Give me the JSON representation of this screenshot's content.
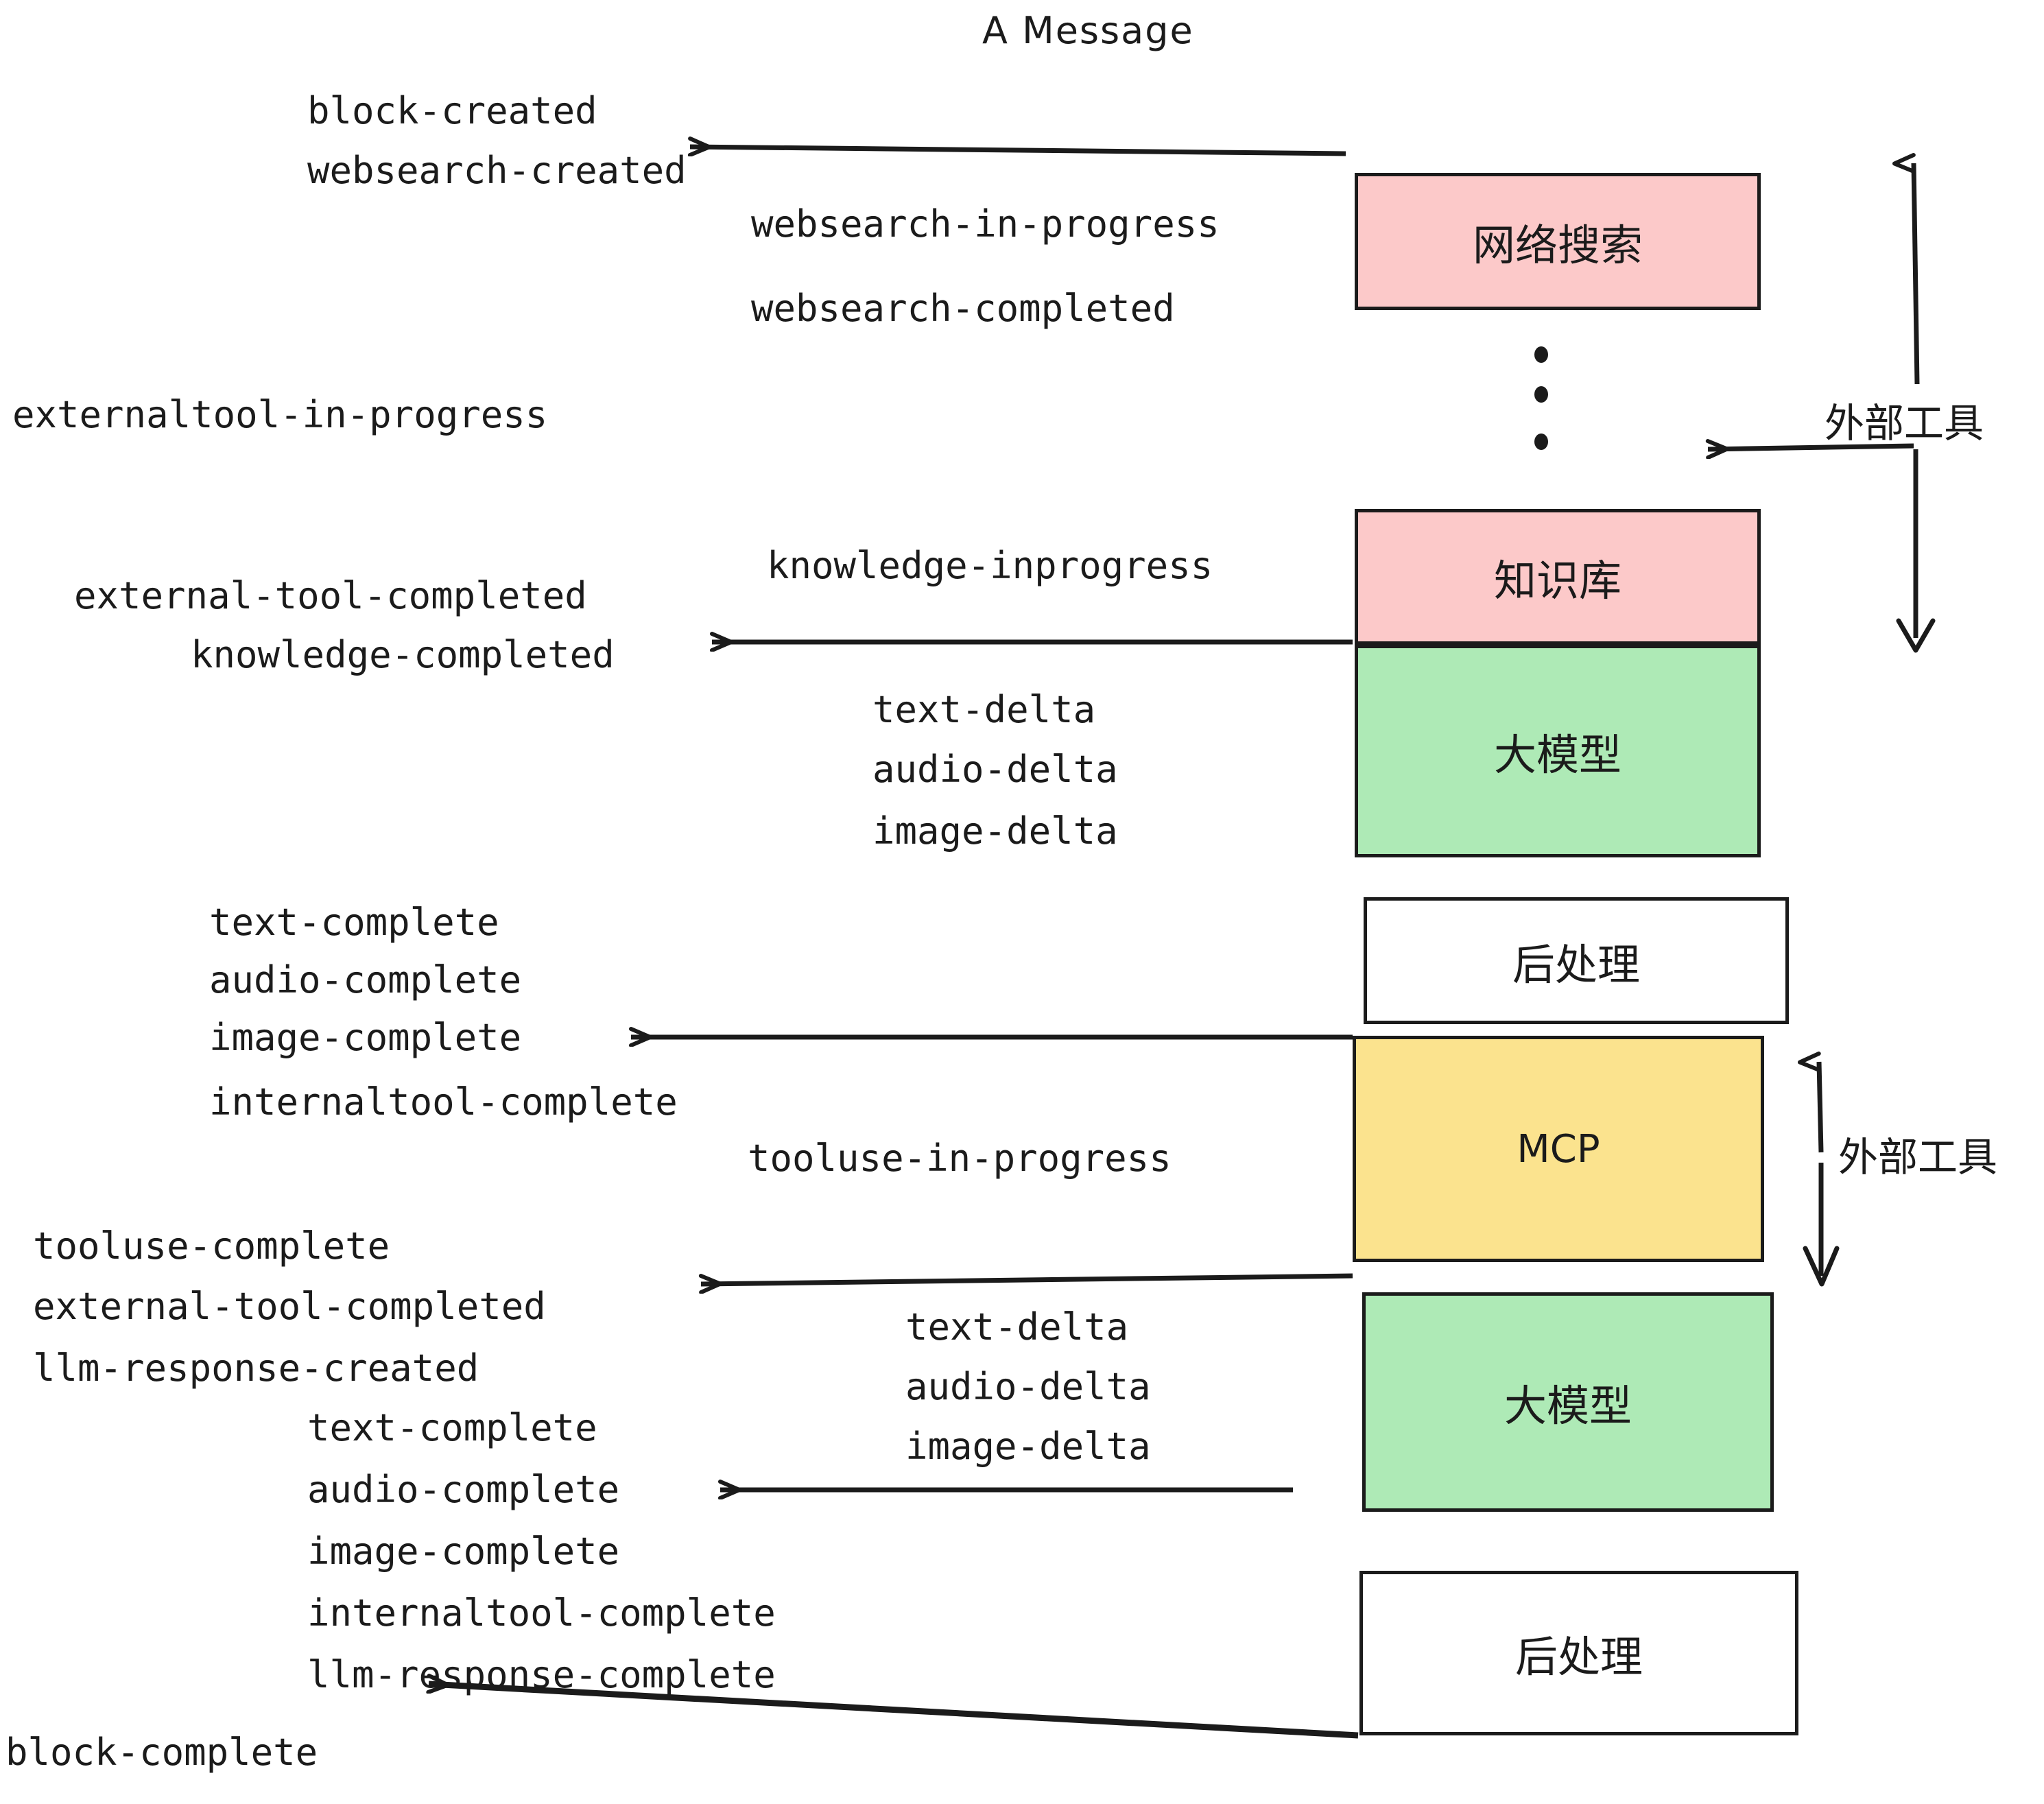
{
  "diagram": {
    "title": "A Message",
    "colors": {
      "pink": "#fcc9c9",
      "green": "#aeeab6",
      "yellow": "#fbe38e",
      "white": "#ffffff",
      "stroke": "#1b1b1b",
      "text": "#1b1b1b"
    },
    "boxes": [
      {
        "id": "websearch",
        "label": "网络搜索",
        "fill": "pink"
      },
      {
        "id": "knowledge",
        "label": "知识库",
        "fill": "pink"
      },
      {
        "id": "llm-1",
        "label": "大模型",
        "fill": "green"
      },
      {
        "id": "postprocess-1",
        "label": "后处理",
        "fill": "white"
      },
      {
        "id": "mcp",
        "label": "MCP",
        "fill": "yellow"
      },
      {
        "id": "llm-2",
        "label": "大模型",
        "fill": "green"
      },
      {
        "id": "postprocess-2",
        "label": "后处理",
        "fill": "white"
      }
    ],
    "side_labels": [
      {
        "id": "external-tools-top",
        "text": "外部工具"
      },
      {
        "id": "external-tools-bottom",
        "text": "外部工具"
      }
    ],
    "events": {
      "block_created": "block-created",
      "websearch_created": "websearch-created",
      "websearch_in_progress": "websearch-in-progress",
      "websearch_completed": "websearch-completed",
      "externaltool_in_progress": "externaltool-in-progress",
      "knowledge_inprogress": "knowledge-inprogress",
      "external_tool_completed_1": "external-tool-completed",
      "knowledge_completed": "knowledge-completed",
      "text_delta_1": "text-delta",
      "audio_delta_1": "audio-delta",
      "image_delta_1": "image-delta",
      "text_complete_1": "text-complete",
      "audio_complete_1": "audio-complete",
      "image_complete_1": "image-complete",
      "internaltool_complete_1": "internaltool-complete",
      "tooluse_in_progress": "tooluse-in-progress",
      "tooluse_complete": "tooluse-complete",
      "external_tool_completed_2": "external-tool-completed",
      "llm_response_created": "llm-response-created",
      "text_delta_2": "text-delta",
      "audio_delta_2": "audio-delta",
      "image_delta_2": "image-delta",
      "text_complete_2": "text-complete",
      "audio_complete_2": "audio-complete",
      "image_complete_2": "image-complete",
      "internaltool_complete_2": "internaltool-complete",
      "llm_response_complete": "llm-response-complete",
      "block_complete": "block-complete"
    }
  }
}
